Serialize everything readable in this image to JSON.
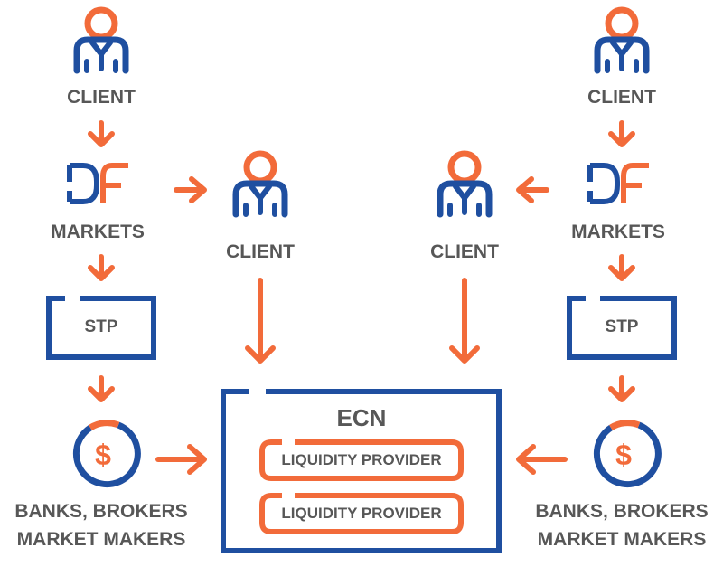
{
  "left": {
    "client_label": "CLIENT",
    "markets_label": "MARKETS",
    "stp_label": "STP",
    "banks_label_1": "BANKS, BROKERS",
    "banks_label_2": "MARKET MAKERS"
  },
  "center_left": {
    "client_label": "CLIENT"
  },
  "center_right": {
    "client_label": "CLIENT"
  },
  "right": {
    "client_label": "CLIENT",
    "markets_label": "MARKETS",
    "stp_label": "STP",
    "banks_label_1": "BANKS, BROKERS",
    "banks_label_2": "MARKET MAKERS"
  },
  "ecn": {
    "title": "ECN",
    "providers": [
      "LIQUIDITY PROVIDER",
      "LIQUIDITY PROVIDER"
    ]
  },
  "icons": {
    "dollar_glyph": "$"
  },
  "colors": {
    "orange": "#F26B3A",
    "blue": "#1F4FA0",
    "text": "#575757"
  }
}
